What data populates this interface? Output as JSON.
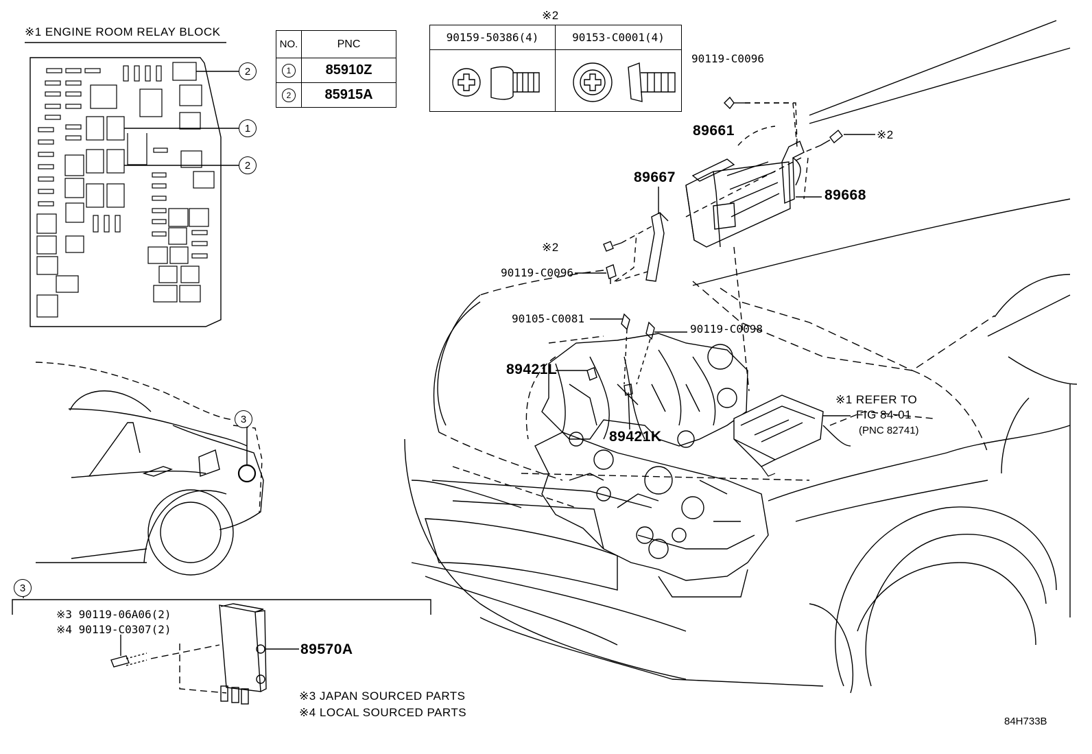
{
  "relay_block": {
    "title": "※1 ENGINE ROOM RELAY BLOCK",
    "callouts": [
      "2",
      "1",
      "2"
    ]
  },
  "pnc_table": {
    "headers": [
      "NO.",
      "PNC"
    ],
    "rows": [
      {
        "no": "1",
        "pnc": "85910Z"
      },
      {
        "no": "2",
        "pnc": "85915A"
      }
    ]
  },
  "fastener_table": {
    "note": "※2",
    "columns": [
      "90159-50386(4)",
      "90153-C0001(4)"
    ]
  },
  "parts": {
    "bolt_top": "90119-C0096",
    "note2_right": "※2",
    "ecu": "89661",
    "bracket_left": "89667",
    "bracket_right": "89668",
    "note2_left": "※2",
    "bolt_left": "90119-C0096",
    "bolt_90105": "90105-C0081",
    "bolt_90119_c0098": "90119-C0098",
    "sensor_l": "89421L",
    "sensor_k": "89421K",
    "refer_line1": "※1 REFER TO",
    "refer_line2": "FIG 84-01",
    "refer_line3": "(PNC 82741)"
  },
  "rear_section": {
    "callout": "3",
    "detail_callout": "3",
    "bolt_note_1": "※3 90119-06A06(2)",
    "bolt_note_2": "※4 90119-C0307(2)",
    "module": "89570A"
  },
  "footnotes": {
    "japan": "※3 JAPAN SOURCED PARTS",
    "local": "※4 LOCAL SOURCED PARTS"
  },
  "figure_code": "84H733B"
}
